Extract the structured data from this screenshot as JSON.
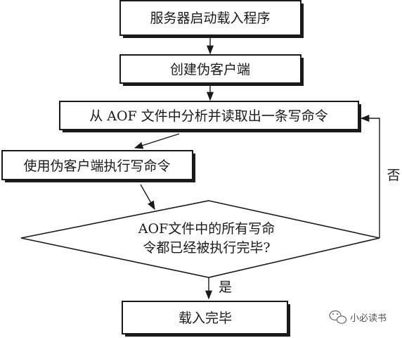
{
  "nodes": {
    "start": "服务器启动载入程序",
    "create_client": "创建伪客户端",
    "read_command": "从 AOF 文件中分析并读取出一条写命令",
    "execute": "使用伪客户端执行写命令",
    "decision_line1": "AOF文件中的所有写命",
    "decision_line2": "令都已经被执行完毕?",
    "end": "载入完毕"
  },
  "edges": {
    "yes_label": "是",
    "no_label": "否"
  },
  "watermark": {
    "text": "小必读书",
    "icon": "wechat-icon"
  }
}
